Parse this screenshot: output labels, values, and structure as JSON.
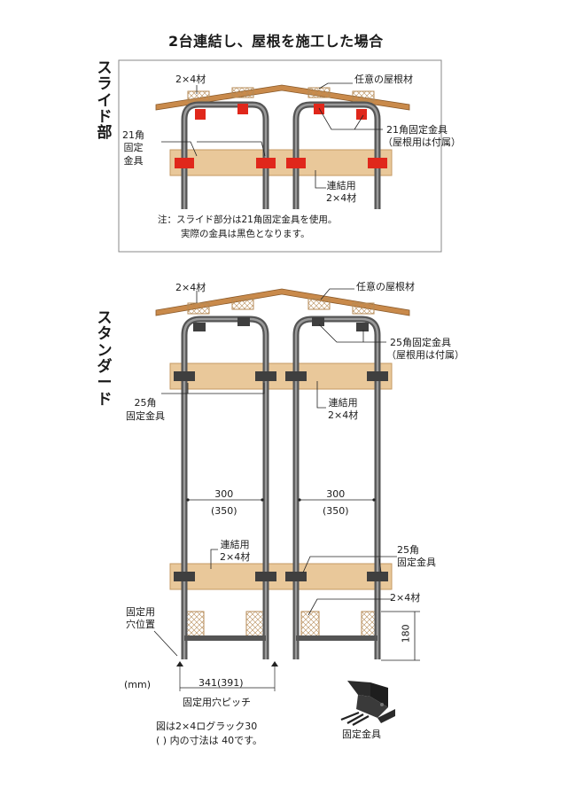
{
  "title": "2台連結し、屋根を施工した場合",
  "slide": {
    "label": "スライド部",
    "material_2x4": "2×4材",
    "roof": "任意の屋根材",
    "bracket_21_left": [
      "21角",
      "固定",
      "金具"
    ],
    "bracket_21_right": [
      "21角固定金具",
      "（屋根用は付属）"
    ],
    "connect": [
      "連結用",
      "2×4材"
    ],
    "notes": [
      "注：スライド部分は21角固定金具を使用。",
      "実際の金具は黒色となります。"
    ]
  },
  "standard": {
    "label": "スタンダード",
    "material_2x4_top": "2×4材",
    "roof": "任意の屋根材",
    "bracket_25_right_top": [
      "25角固定金具",
      "（屋根用は付属）"
    ],
    "bracket_25_left": [
      "25角",
      "固定金具"
    ],
    "connect_upper": [
      "連結用",
      "2×4材"
    ],
    "dim_left": [
      "300",
      "(350)"
    ],
    "dim_right": [
      "300",
      "(350)"
    ],
    "connect_lower": [
      "連結用",
      "2×4材"
    ],
    "bracket_25_right_lower": [
      "25角",
      "固定金具"
    ],
    "material_2x4_bottom": "2×4材",
    "hole_position": [
      "固定用",
      "穴位置"
    ],
    "height_180": "180",
    "unit": "(mm)",
    "pitch_value": "341(391)",
    "pitch_label": "固定用穴ピッチ",
    "footnote": [
      "図は2×4ログラック30",
      "(  ) 内の寸法は 40です。"
    ],
    "part_caption": "固定金具"
  },
  "colors": {
    "wood": "#e9c89a",
    "wood_edge": "#c59a63",
    "roof": "#c98a4b",
    "frame": "#555555",
    "bracket_slide": "#e0271b",
    "bracket_std": "#3f3f3f"
  }
}
